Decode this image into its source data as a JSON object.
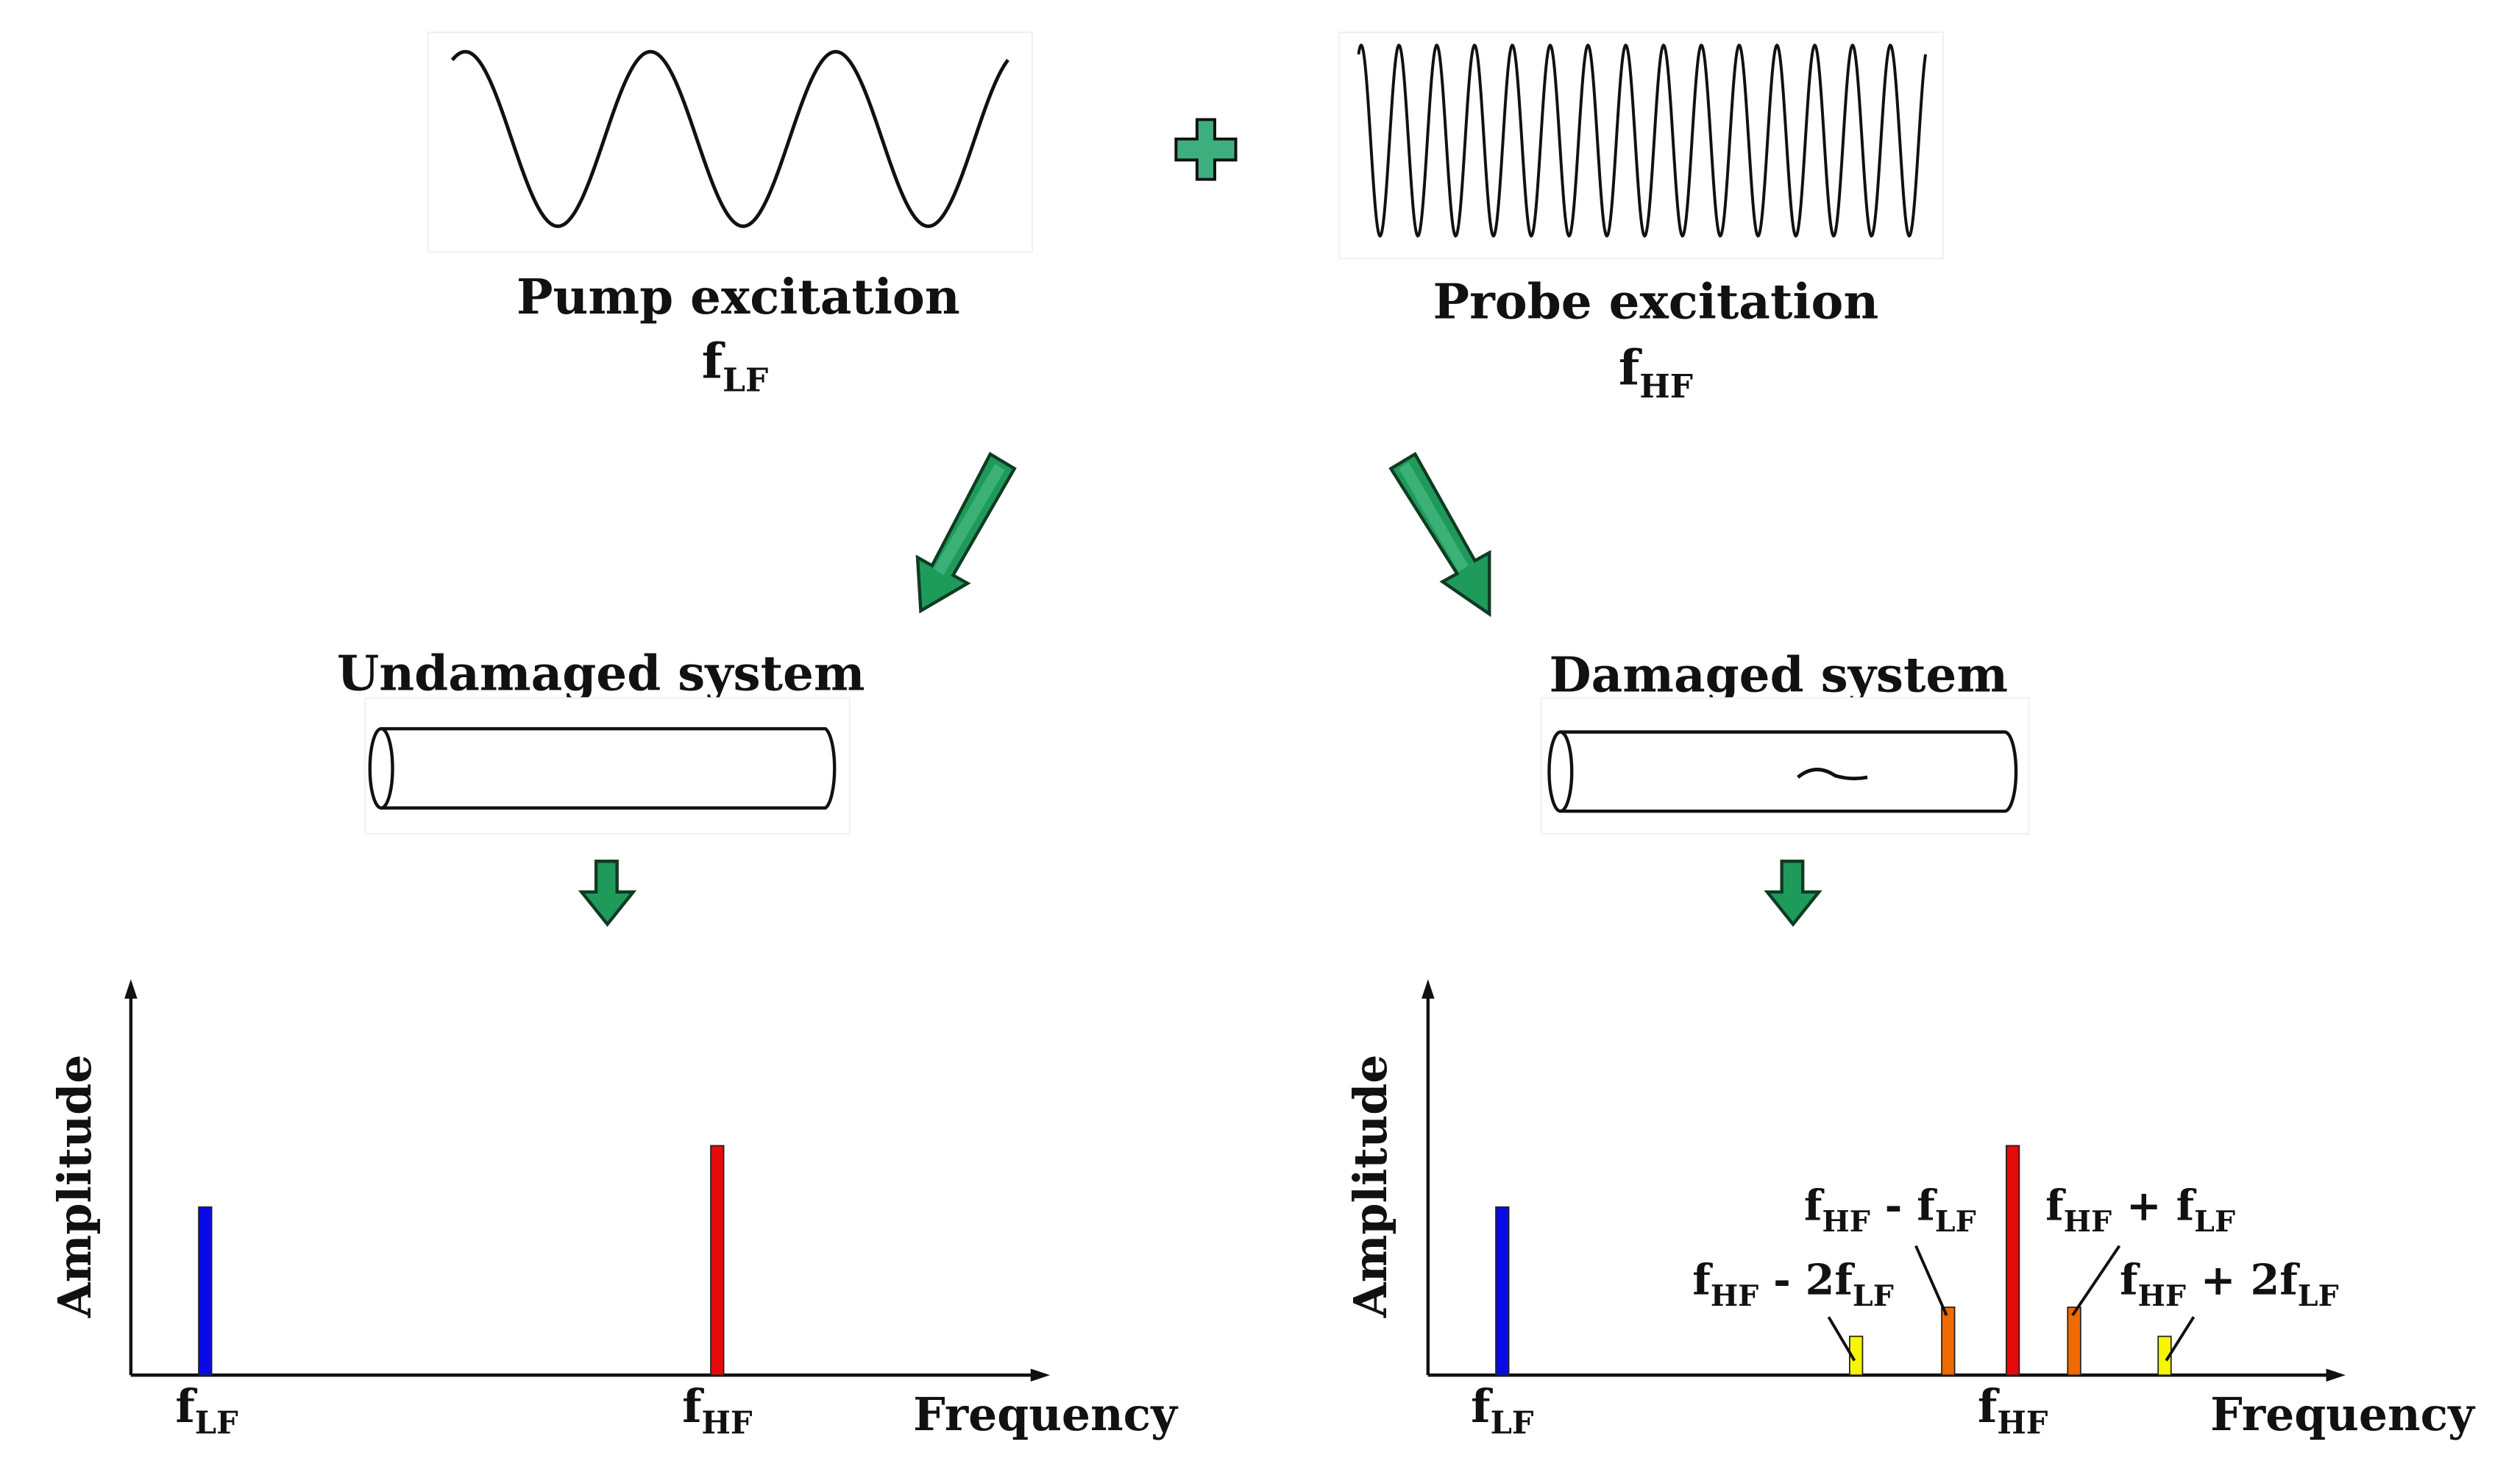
{
  "pump": {
    "title": "Pump excitation",
    "freq_base": "f",
    "freq_sub": "LF"
  },
  "probe": {
    "title": "Probe excitation",
    "freq_base": "f",
    "freq_sub": "HF"
  },
  "undamaged": {
    "title": "Undamaged system"
  },
  "damaged": {
    "title": "Damaged system"
  },
  "colors": {
    "arrow_fill": "#1e9a5a",
    "arrow_light": "#4fc08a",
    "arrow_stroke": "#0f3b22",
    "plus_fill": "#3fae7e",
    "lf_peak": "#0a0ae6",
    "hf_peak": "#e60a0a",
    "first_sideband": "#f06a00",
    "second_sideband": "#f6f600"
  },
  "spectrum_left": {
    "y_label": "Amplitude",
    "x_label": "Frequency",
    "ticks": [
      {
        "base": "f",
        "sub": "LF"
      },
      {
        "base": "f",
        "sub": "HF"
      }
    ]
  },
  "spectrum_right": {
    "y_label": "Amplitude",
    "x_label": "Frequency",
    "ticks": [
      {
        "base": "f",
        "sub": "LF"
      },
      {
        "base": "f",
        "sub": "HF"
      }
    ],
    "sidebands": {
      "minus1": {
        "a": "f",
        "a_sub": "HF",
        "op": " - ",
        "b": "f",
        "b_sub": "LF"
      },
      "minus2": {
        "a": "f",
        "a_sub": "HF",
        "op": " - ",
        "b": "2f",
        "b_sub": "LF"
      },
      "plus1": {
        "a": "f",
        "a_sub": "HF",
        "op": " + ",
        "b": "f",
        "b_sub": "LF"
      },
      "plus2": {
        "a": "f",
        "a_sub": "HF",
        "op": " + ",
        "b": "2f",
        "b_sub": "LF"
      }
    }
  }
}
